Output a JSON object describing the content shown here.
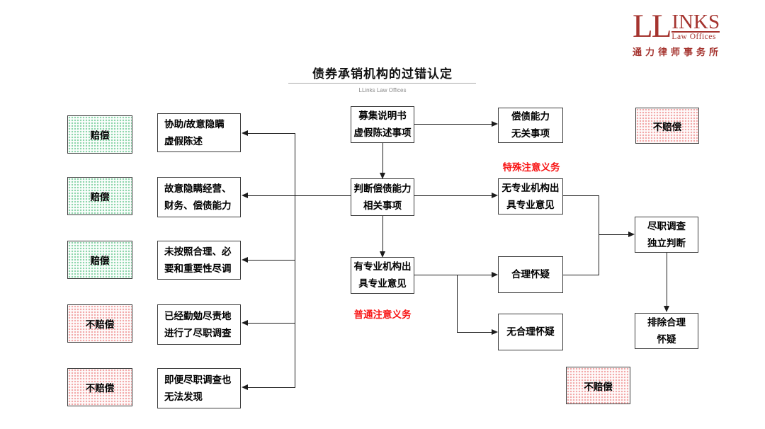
{
  "header": {
    "title": "债券承销机构的过错认定",
    "subtitle": "LLinks Law Offices"
  },
  "logo": {
    "ll": "LL",
    "inks": "INKS",
    "law_offices": "Law Offices",
    "chinese_name": "通力律师事务所"
  },
  "colors": {
    "logo-red": "#a5342f",
    "annotation-red": "#f81616",
    "green-dot": "#8ad4a9",
    "pink-dot": "#f2a6a6",
    "line-black": "#1c1c1c",
    "box-border": "#3c3c3c"
  },
  "outcomes": [
    {
      "label": "赔偿",
      "type": "green"
    },
    {
      "label": "赔偿",
      "type": "green"
    },
    {
      "label": "赔偿",
      "type": "green"
    },
    {
      "label": "不赔偿",
      "type": "red"
    },
    {
      "label": "不赔偿",
      "type": "red"
    },
    {
      "label": "不赔偿",
      "type": "red"
    },
    {
      "label": "不赔偿",
      "type": "red"
    }
  ],
  "causes": [
    {
      "text": "协助/故意隐瞒\n虚假陈述"
    },
    {
      "text": "故意隐瞒经营、\n财务、偿债能力"
    },
    {
      "text": "未按照合理、必\n要和重要性尽调"
    },
    {
      "text": "已经勤勉尽责地\n进行了尽职调查"
    },
    {
      "text": "即便尽职调查也\n无法发现"
    }
  ],
  "flow": {
    "prospectus": "募集说明书\n虚假陈述事项",
    "judge_solvency": "判断偿债能力\n相关事项",
    "with_professional_opinion": "有专业机构出\n具专业意见",
    "unrelated_to_solvency": "偿债能力\n无关事项",
    "no_professional_opinion": "无专业机构出\n具专业意见",
    "reasonable_doubt": "合理怀疑",
    "no_reasonable_doubt": "无合理怀疑",
    "due_diligence_judgment": "尽职调查\n独立判断",
    "exclude_reasonable_doubt": "排除合理\n怀疑"
  },
  "annotations": {
    "special_duty": "特殊注意义务",
    "ordinary_duty": "普通注意义务"
  }
}
